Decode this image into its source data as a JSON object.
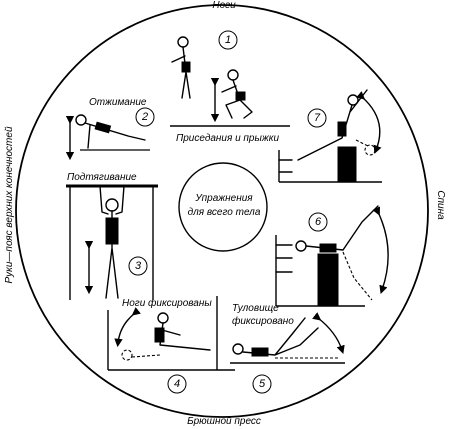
{
  "sectors": {
    "top": "Ноги",
    "left": "Руки—пояс верхних конечностей",
    "right": "Спина",
    "bottom": "Брюшной пресс"
  },
  "center_text": [
    "Упражнения",
    "для всего тела"
  ],
  "exercises": [
    {
      "number": "1",
      "label": "Приседания и прыжки"
    },
    {
      "number": "2",
      "label": "Отжимание"
    },
    {
      "number": "3",
      "label": "Подтягивание"
    },
    {
      "number": "4",
      "label": "Ноги фиксированы"
    },
    {
      "number": "5",
      "label": "Туловище фиксировано"
    },
    {
      "number": "6",
      "label": ""
    },
    {
      "number": "7",
      "label": ""
    }
  ],
  "extra_labels": {
    "ex5_line2": "фиксировано",
    "ex5_line1": "Туловище"
  }
}
